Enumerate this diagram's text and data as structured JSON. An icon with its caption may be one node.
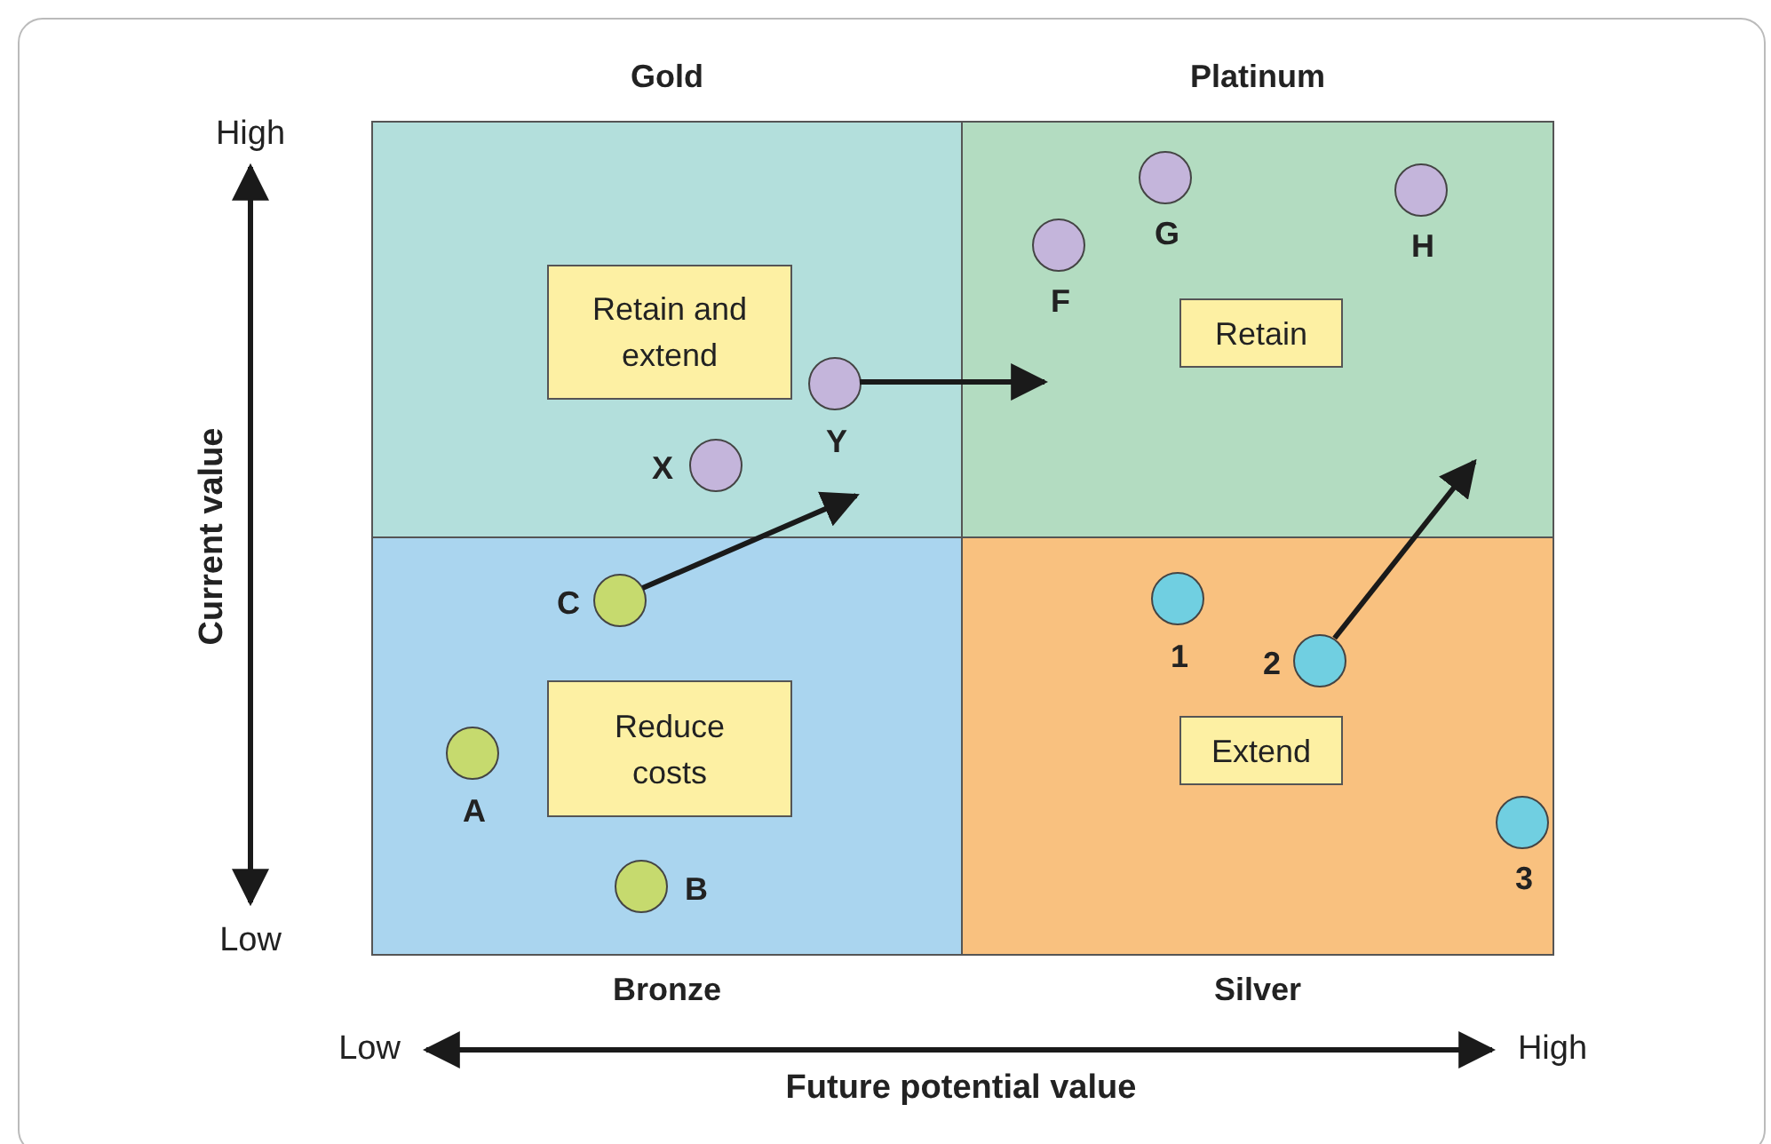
{
  "diagram": {
    "nodes": [
      {
        "text": [
          "Gold"
        ]
      },
      {
        "text": [
          "Retain and extend"
        ],
        "in": 0
      },
      {
        "text": [],
        "shape": "circle",
        "beside": [
          "Y"
        ],
        "in": 0
      },
      {
        "text": [],
        "shape": "circle",
        "beside": [
          "X"
        ],
        "in": 0
      },
      {
        "text": [
          "Platinum"
        ]
      },
      {
        "text": [],
        "shape": "circle",
        "beside": [
          "G"
        ],
        "in": 4
      },
      {
        "text": [],
        "shape": "circle",
        "beside": [
          "H"
        ],
        "in": 4
      },
      {
        "text": [],
        "shape": "circle",
        "beside": [
          "F"
        ],
        "in": 4
      },
      {
        "text": [
          "Retain"
        ],
        "in": 4
      },
      {
        "text": [
          "Bronze"
        ]
      },
      {
        "text": [],
        "shape": "circle",
        "beside": [
          "C"
        ],
        "in": 9
      },
      {
        "text": [
          "Reduce costs"
        ],
        "in": 9
      },
      {
        "text": [],
        "shape": "circle",
        "beside": [
          "A"
        ],
        "in": 9
      },
      {
        "text": [],
        "shape": "circle",
        "beside": [
          "B"
        ],
        "in": 9
      },
      {
        "text": [
          "Silver"
        ]
      },
      {
        "text": [],
        "shape": "circle",
        "beside": [
          "1"
        ],
        "in": 14
      },
      {
        "text": [],
        "shape": "circle",
        "beside": [
          "2"
        ],
        "in": 14
      },
      {
        "text": [
          "Extend"
        ],
        "in": 14
      },
      {
        "text": [],
        "shape": "circle",
        "beside": [
          "3"
        ],
        "in": 14
      }
    ],
    "edges": [
      {
        "from": 2,
        "to": null,
        "arrow": "to"
      },
      {
        "from": 10,
        "to": 0,
        "arrow": "to"
      },
      {
        "from": 16,
        "to": null,
        "arrow": "to"
      }
    ],
    "labels": [
      "High",
      "Current value",
      "Low",
      "Low",
      "High",
      "Future potential value"
    ]
  }
}
